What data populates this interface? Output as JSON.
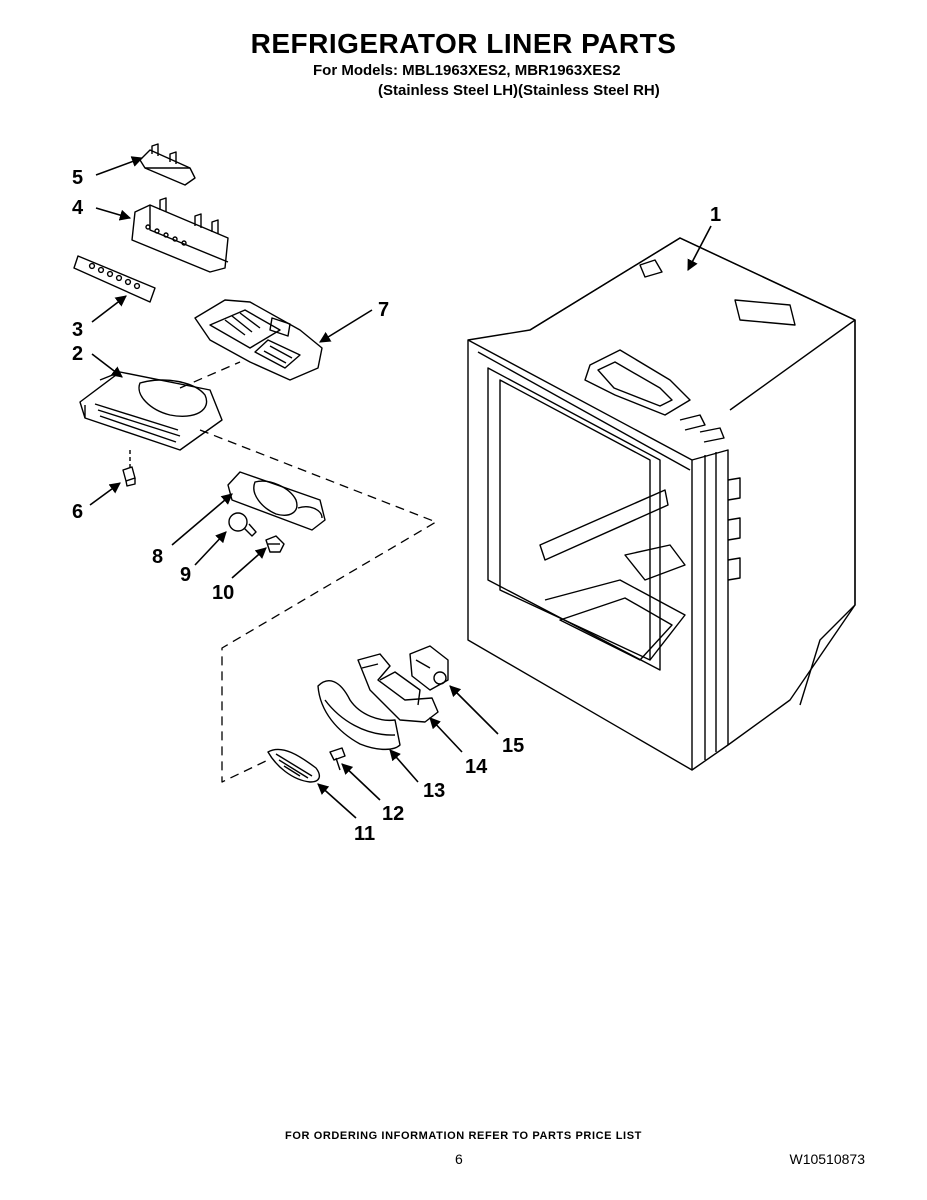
{
  "header": {
    "title": "REFRIGERATOR LINER PARTS",
    "models_line": "For Models: MBL1963XES2, MBR1963XES2",
    "variants_line": "(Stainless Steel LH)(Stainless Steel RH)"
  },
  "callouts": [
    "1",
    "2",
    "3",
    "4",
    "5",
    "6",
    "7",
    "8",
    "9",
    "10",
    "11",
    "12",
    "13",
    "14",
    "15"
  ],
  "footer": {
    "ordering_note": "FOR ORDERING INFORMATION REFER TO PARTS PRICE LIST",
    "page_number": "6",
    "document_number": "W10510873"
  }
}
